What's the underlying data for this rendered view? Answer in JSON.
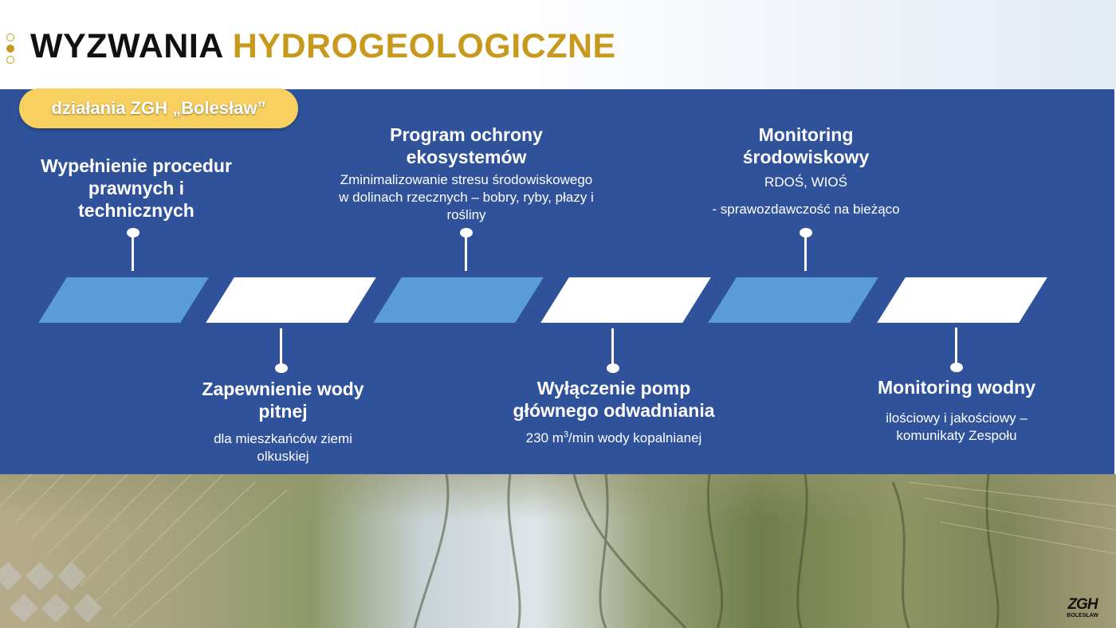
{
  "header": {
    "title_part1": "WYZWANIA",
    "title_part2": "HYDROGEOLOGICZNE"
  },
  "badge": {
    "label": "działania ZGH „Bolesław”"
  },
  "timeline": {
    "item1": {
      "heading": "Wypełnienie procedur prawnych i technicznych"
    },
    "item2": {
      "heading": "Zapewnienie wody pitnej",
      "text": "dla mieszkańców ziemi olkuskiej"
    },
    "item3": {
      "heading": "Program ochrony ekosystemów",
      "text": "Zminimalizowanie stresu środowiskowego w dolinach rzecznych – bobry, ryby, płazy i rośliny"
    },
    "item4": {
      "heading": "Wyłączenie pomp głównego odwadniania",
      "text_prefix": "230 m",
      "text_sup": "3",
      "text_suffix": "/min wody kopalnianej"
    },
    "item5": {
      "heading": "Monitoring środowiskowy",
      "text1": "RDOŚ, WIOŚ",
      "text2": "- sprawozdawczość na bieżąco"
    },
    "item6": {
      "heading": "Monitoring wodny",
      "text": "ilościowy i jakościowy – komunikaty Zespołu"
    }
  },
  "logo": {
    "mark": "ZGH",
    "name": "BOLESŁAW"
  },
  "colors": {
    "panel": "#2f529a",
    "accent_gold": "#c79a1e",
    "badge_yellow": "#f7d060",
    "segment_blue": "#5a9bd9",
    "segment_white": "#ffffff"
  }
}
